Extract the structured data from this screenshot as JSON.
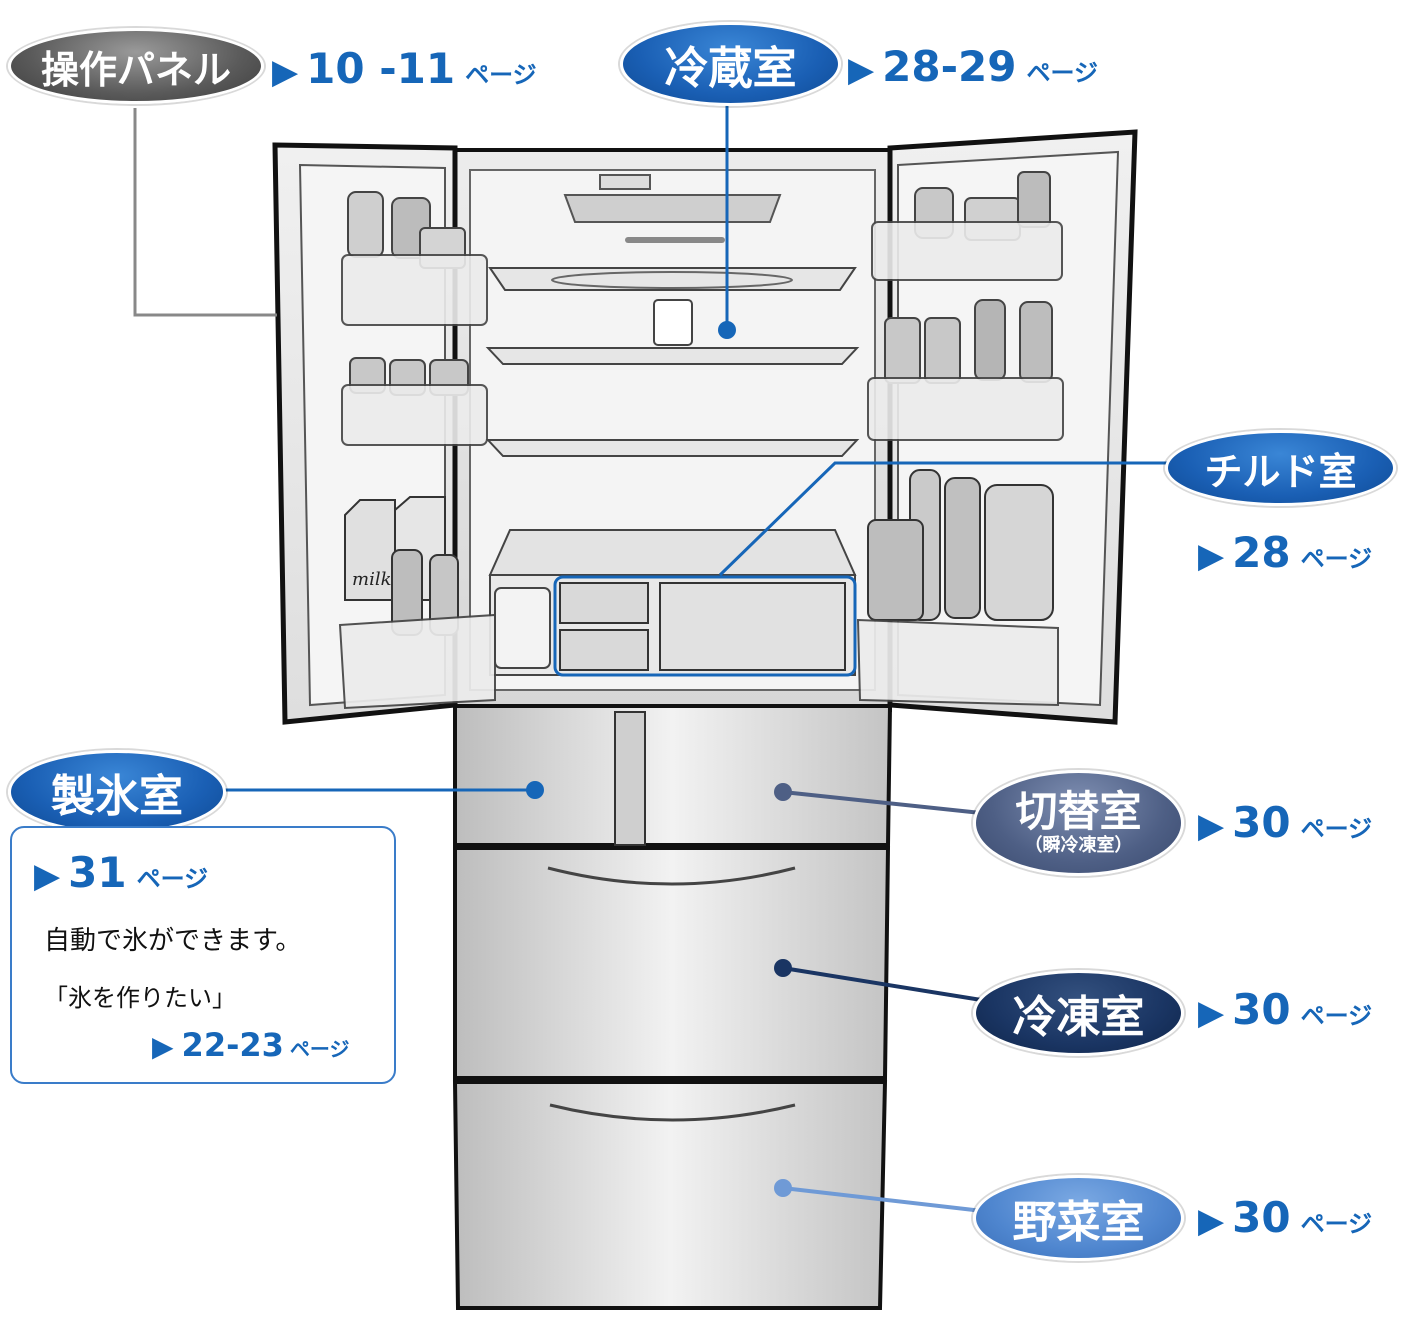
{
  "labels": {
    "panel": {
      "name": "操作パネル",
      "ref_marker": "▶",
      "ref_num": "10 -11",
      "ref_page": "ページ"
    },
    "fridge": {
      "name": "冷蔵室",
      "ref_marker": "▶",
      "ref_num": "28-29",
      "ref_page": "ページ"
    },
    "chilled": {
      "name": "チルド室",
      "ref_marker": "▶",
      "ref_num": "28",
      "ref_page": "ページ"
    },
    "ice": {
      "name": "製氷室",
      "ref_marker": "▶",
      "ref_num": "31",
      "ref_page": "ページ",
      "desc": "自動で氷ができます。",
      "link_text": "「氷を作りたい」",
      "link_marker": "▶",
      "link_num": "22-23",
      "link_page": "ページ"
    },
    "switch": {
      "name": "切替室",
      "sub": "（瞬冷凍室）",
      "ref_marker": "▶",
      "ref_num": "30",
      "ref_page": "ページ"
    },
    "freezer": {
      "name": "冷凍室",
      "ref_marker": "▶",
      "ref_num": "30",
      "ref_page": "ページ"
    },
    "veg": {
      "name": "野菜室",
      "ref_marker": "▶",
      "ref_num": "30",
      "ref_page": "ページ"
    }
  },
  "illustration": {
    "milk_carton_text": "milk"
  },
  "colors": {
    "accent_blue": "#1666b8",
    "bubble_gray": "#5a5a5a",
    "bubble_blue": "#1a5fb4",
    "bubble_slate": "#4e5f85",
    "bubble_navy": "#1a3563",
    "bubble_light": "#4f86cf",
    "box_border": "#3a7cc9"
  }
}
